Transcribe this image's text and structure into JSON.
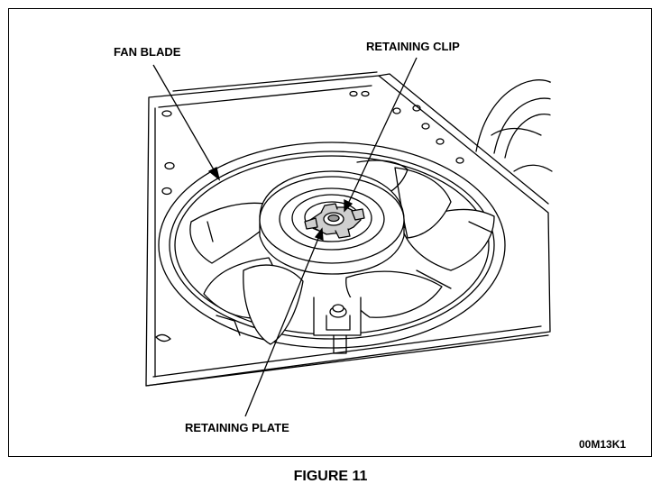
{
  "figure": {
    "caption": "FIGURE 11",
    "code": "00M13K1",
    "labels": {
      "fan_blade": "FAN BLADE",
      "retaining_clip": "RETAINING CLIP",
      "retaining_plate": "RETAINING PLATE"
    }
  }
}
